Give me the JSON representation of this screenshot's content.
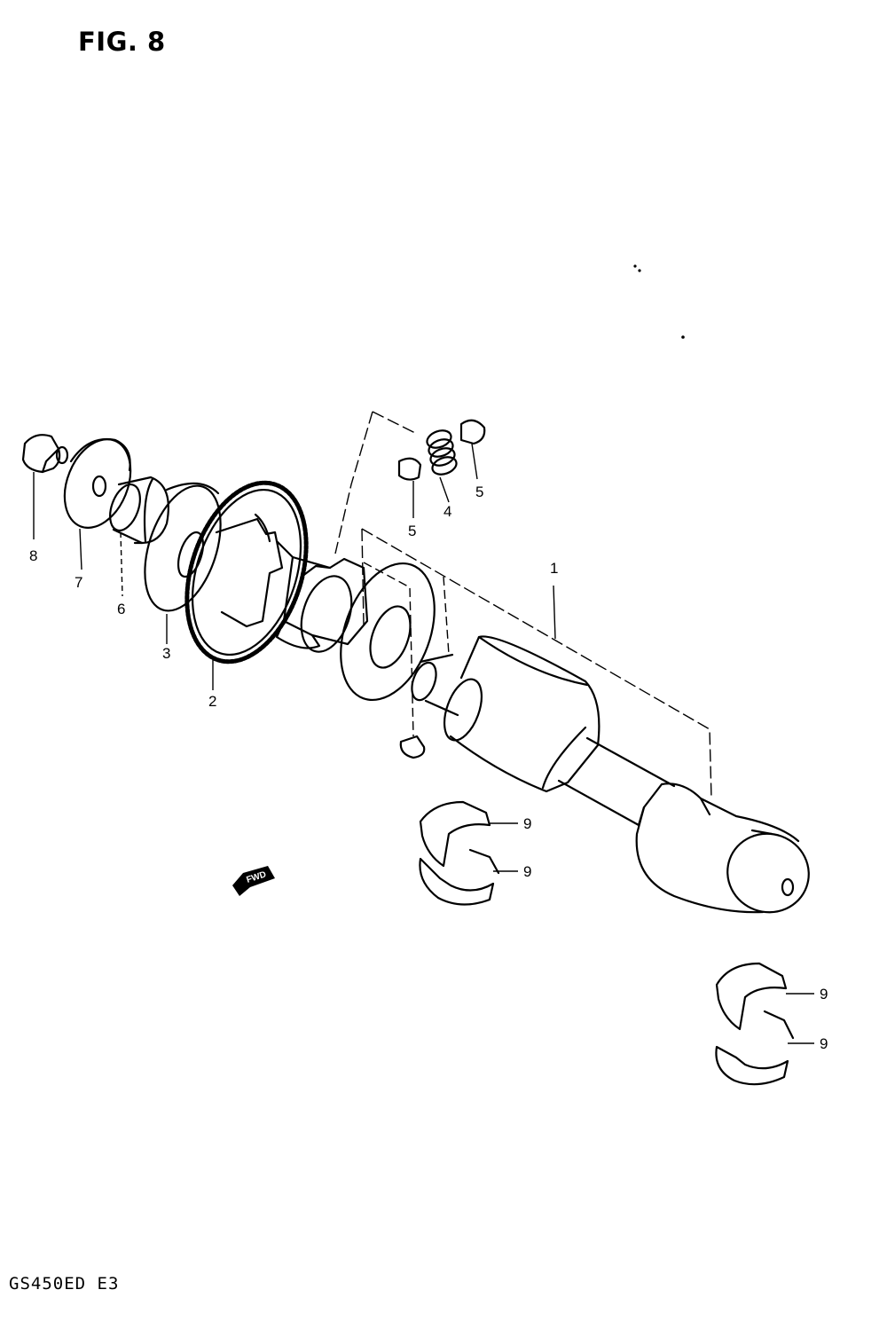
{
  "figure": {
    "title": "FIG. 8",
    "model_code": "GS450ED  E3",
    "forward_marker": "FWD"
  },
  "callouts": [
    {
      "id": "part-1",
      "label": "1"
    },
    {
      "id": "part-2",
      "label": "2"
    },
    {
      "id": "part-3",
      "label": "3"
    },
    {
      "id": "part-4",
      "label": "4"
    },
    {
      "id": "part-5a",
      "label": "5"
    },
    {
      "id": "part-5b",
      "label": "5"
    },
    {
      "id": "part-6",
      "label": "6"
    },
    {
      "id": "part-7",
      "label": "7"
    },
    {
      "id": "part-8",
      "label": "8"
    },
    {
      "id": "part-9a",
      "label": "9"
    },
    {
      "id": "part-9b",
      "label": "9"
    },
    {
      "id": "part-9c",
      "label": "9"
    },
    {
      "id": "part-9d",
      "label": "9"
    }
  ],
  "colors": {
    "ink": "#000000",
    "paper": "#ffffff"
  }
}
